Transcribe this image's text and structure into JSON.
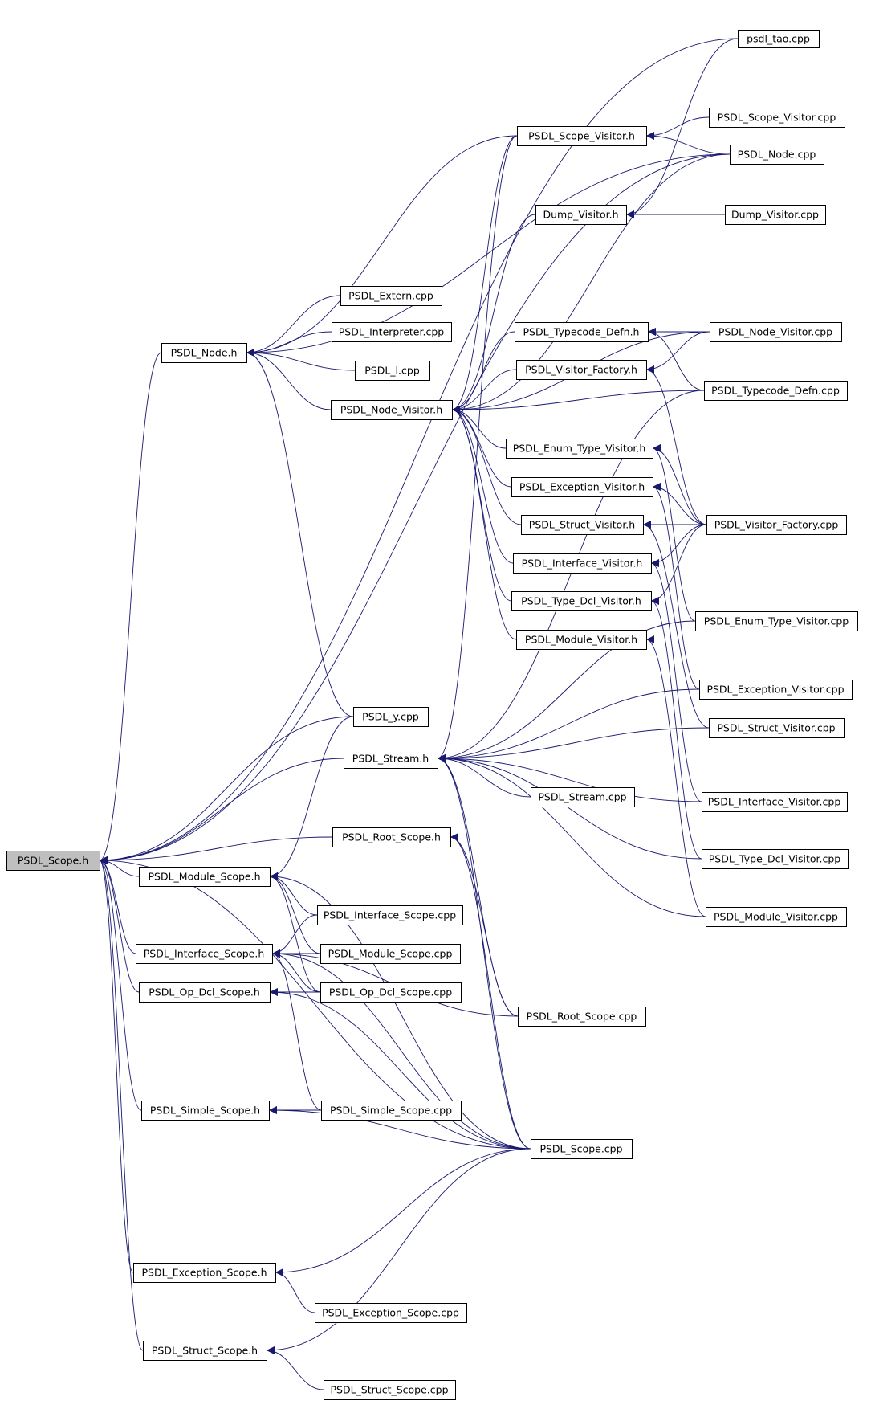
{
  "nodes": [
    {
      "id": "scope_h",
      "label": "PSDL_Scope.h",
      "highlight": true
    },
    {
      "id": "psdl_tao_cpp",
      "label": "psdl_tao.cpp"
    },
    {
      "id": "scope_visitor_cpp",
      "label": "PSDL_Scope_Visitor.cpp"
    },
    {
      "id": "scope_visitor_h",
      "label": "PSDL_Scope_Visitor.h"
    },
    {
      "id": "node_cpp",
      "label": "PSDL_Node.cpp"
    },
    {
      "id": "dump_visitor_h",
      "label": "Dump_Visitor.h"
    },
    {
      "id": "dump_visitor_cpp",
      "label": "Dump_Visitor.cpp"
    },
    {
      "id": "extern_cpp",
      "label": "PSDL_Extern.cpp"
    },
    {
      "id": "interpreter_cpp",
      "label": "PSDL_Interpreter.cpp"
    },
    {
      "id": "node_h",
      "label": "PSDL_Node.h"
    },
    {
      "id": "l_cpp",
      "label": "PSDL_l.cpp"
    },
    {
      "id": "typecode_defn_h",
      "label": "PSDL_Typecode_Defn.h"
    },
    {
      "id": "node_visitor_cpp",
      "label": "PSDL_Node_Visitor.cpp"
    },
    {
      "id": "visitor_factory_h",
      "label": "PSDL_Visitor_Factory.h"
    },
    {
      "id": "typecode_defn_cpp",
      "label": "PSDL_Typecode_Defn.cpp"
    },
    {
      "id": "node_visitor_h",
      "label": "PSDL_Node_Visitor.h"
    },
    {
      "id": "enum_type_visitor_h",
      "label": "PSDL_Enum_Type_Visitor.h"
    },
    {
      "id": "exception_visitor_h",
      "label": "PSDL_Exception_Visitor.h"
    },
    {
      "id": "struct_visitor_h",
      "label": "PSDL_Struct_Visitor.h"
    },
    {
      "id": "visitor_factory_cpp",
      "label": "PSDL_Visitor_Factory.cpp"
    },
    {
      "id": "interface_visitor_h",
      "label": "PSDL_Interface_Visitor.h"
    },
    {
      "id": "type_dcl_visitor_h",
      "label": "PSDL_Type_Dcl_Visitor.h"
    },
    {
      "id": "enum_type_visitor_cpp",
      "label": "PSDL_Enum_Type_Visitor.cpp"
    },
    {
      "id": "module_visitor_h",
      "label": "PSDL_Module_Visitor.h"
    },
    {
      "id": "exception_visitor_cpp",
      "label": "PSDL_Exception_Visitor.cpp"
    },
    {
      "id": "y_cpp",
      "label": "PSDL_y.cpp"
    },
    {
      "id": "struct_visitor_cpp",
      "label": "PSDL_Struct_Visitor.cpp"
    },
    {
      "id": "stream_h",
      "label": "PSDL_Stream.h"
    },
    {
      "id": "stream_cpp",
      "label": "PSDL_Stream.cpp"
    },
    {
      "id": "interface_visitor_cpp",
      "label": "PSDL_Interface_Visitor.cpp"
    },
    {
      "id": "root_scope_h",
      "label": "PSDL_Root_Scope.h"
    },
    {
      "id": "type_dcl_visitor_cpp",
      "label": "PSDL_Type_Dcl_Visitor.cpp"
    },
    {
      "id": "module_scope_h",
      "label": "PSDL_Module_Scope.h"
    },
    {
      "id": "module_visitor_cpp",
      "label": "PSDL_Module_Visitor.cpp"
    },
    {
      "id": "interface_scope_cpp",
      "label": "PSDL_Interface_Scope.cpp"
    },
    {
      "id": "interface_scope_h",
      "label": "PSDL_Interface_Scope.h"
    },
    {
      "id": "module_scope_cpp",
      "label": "PSDL_Module_Scope.cpp"
    },
    {
      "id": "op_dcl_scope_h",
      "label": "PSDL_Op_Dcl_Scope.h"
    },
    {
      "id": "op_dcl_scope_cpp",
      "label": "PSDL_Op_Dcl_Scope.cpp"
    },
    {
      "id": "root_scope_cpp",
      "label": "PSDL_Root_Scope.cpp"
    },
    {
      "id": "simple_scope_h",
      "label": "PSDL_Simple_Scope.h"
    },
    {
      "id": "simple_scope_cpp",
      "label": "PSDL_Simple_Scope.cpp"
    },
    {
      "id": "scope_cpp",
      "label": "PSDL_Scope.cpp"
    },
    {
      "id": "exception_scope_h",
      "label": "PSDL_Exception_Scope.h"
    },
    {
      "id": "exception_scope_cpp",
      "label": "PSDL_Exception_Scope.cpp"
    },
    {
      "id": "struct_scope_h",
      "label": "PSDL_Struct_Scope.h"
    },
    {
      "id": "struct_scope_cpp",
      "label": "PSDL_Struct_Scope.cpp"
    }
  ],
  "edges": [
    [
      "psdl_tao_cpp",
      "scope_h"
    ],
    [
      "node_cpp",
      "scope_h"
    ],
    [
      "node_h",
      "scope_h"
    ],
    [
      "y_cpp",
      "scope_h"
    ],
    [
      "stream_h",
      "scope_h"
    ],
    [
      "root_scope_h",
      "scope_h"
    ],
    [
      "module_scope_h",
      "scope_h"
    ],
    [
      "interface_scope_h",
      "scope_h"
    ],
    [
      "op_dcl_scope_h",
      "scope_h"
    ],
    [
      "simple_scope_h",
      "scope_h"
    ],
    [
      "scope_cpp",
      "scope_h"
    ],
    [
      "exception_scope_h",
      "scope_h"
    ],
    [
      "struct_scope_h",
      "scope_h"
    ],
    [
      "extern_cpp",
      "node_h"
    ],
    [
      "interpreter_cpp",
      "node_h"
    ],
    [
      "l_cpp",
      "node_h"
    ],
    [
      "node_visitor_h",
      "node_h"
    ],
    [
      "scope_visitor_h",
      "node_h"
    ],
    [
      "node_cpp",
      "node_h"
    ],
    [
      "y_cpp",
      "node_h"
    ],
    [
      "scope_visitor_cpp",
      "scope_visitor_h"
    ],
    [
      "node_cpp",
      "scope_visitor_h"
    ],
    [
      "dump_visitor_cpp",
      "dump_visitor_h"
    ],
    [
      "psdl_tao_cpp",
      "dump_visitor_h"
    ],
    [
      "typecode_defn_h",
      "node_visitor_h"
    ],
    [
      "visitor_factory_h",
      "node_visitor_h"
    ],
    [
      "enum_type_visitor_h",
      "node_visitor_h"
    ],
    [
      "exception_visitor_h",
      "node_visitor_h"
    ],
    [
      "struct_visitor_h",
      "node_visitor_h"
    ],
    [
      "interface_visitor_h",
      "node_visitor_h"
    ],
    [
      "type_dcl_visitor_h",
      "node_visitor_h"
    ],
    [
      "module_visitor_h",
      "node_visitor_h"
    ],
    [
      "scope_visitor_h",
      "node_visitor_h"
    ],
    [
      "dump_visitor_h",
      "node_visitor_h"
    ],
    [
      "node_cpp",
      "node_visitor_h"
    ],
    [
      "node_visitor_cpp",
      "node_visitor_h"
    ],
    [
      "typecode_defn_cpp",
      "node_visitor_h"
    ],
    [
      "node_visitor_cpp",
      "typecode_defn_h"
    ],
    [
      "typecode_defn_cpp",
      "typecode_defn_h"
    ],
    [
      "node_visitor_cpp",
      "visitor_factory_h"
    ],
    [
      "visitor_factory_cpp",
      "visitor_factory_h"
    ],
    [
      "visitor_factory_cpp",
      "enum_type_visitor_h"
    ],
    [
      "enum_type_visitor_cpp",
      "enum_type_visitor_h"
    ],
    [
      "visitor_factory_cpp",
      "exception_visitor_h"
    ],
    [
      "exception_visitor_cpp",
      "exception_visitor_h"
    ],
    [
      "visitor_factory_cpp",
      "struct_visitor_h"
    ],
    [
      "struct_visitor_cpp",
      "struct_visitor_h"
    ],
    [
      "visitor_factory_cpp",
      "interface_visitor_h"
    ],
    [
      "interface_visitor_cpp",
      "interface_visitor_h"
    ],
    [
      "visitor_factory_cpp",
      "type_dcl_visitor_h"
    ],
    [
      "type_dcl_visitor_cpp",
      "type_dcl_visitor_h"
    ],
    [
      "module_visitor_cpp",
      "module_visitor_h"
    ],
    [
      "scope_visitor_h",
      "stream_h"
    ],
    [
      "typecode_defn_cpp",
      "stream_h"
    ],
    [
      "enum_type_visitor_cpp",
      "stream_h"
    ],
    [
      "exception_visitor_cpp",
      "stream_h"
    ],
    [
      "struct_visitor_cpp",
      "stream_h"
    ],
    [
      "stream_cpp",
      "stream_h"
    ],
    [
      "interface_visitor_cpp",
      "stream_h"
    ],
    [
      "type_dcl_visitor_cpp",
      "stream_h"
    ],
    [
      "module_visitor_cpp",
      "stream_h"
    ],
    [
      "scope_cpp",
      "stream_h"
    ],
    [
      "root_scope_cpp",
      "stream_h"
    ],
    [
      "scope_cpp",
      "root_scope_h"
    ],
    [
      "root_scope_cpp",
      "root_scope_h"
    ],
    [
      "interface_scope_cpp",
      "module_scope_h"
    ],
    [
      "module_scope_cpp",
      "module_scope_h"
    ],
    [
      "op_dcl_scope_cpp",
      "module_scope_h"
    ],
    [
      "scope_cpp",
      "module_scope_h"
    ],
    [
      "y_cpp",
      "module_scope_h"
    ],
    [
      "interface_scope_cpp",
      "interface_scope_h"
    ],
    [
      "module_scope_cpp",
      "interface_scope_h"
    ],
    [
      "op_dcl_scope_cpp",
      "interface_scope_h"
    ],
    [
      "simple_scope_cpp",
      "interface_scope_h"
    ],
    [
      "scope_cpp",
      "interface_scope_h"
    ],
    [
      "root_scope_cpp",
      "interface_scope_h"
    ],
    [
      "op_dcl_scope_cpp",
      "op_dcl_scope_h"
    ],
    [
      "scope_cpp",
      "op_dcl_scope_h"
    ],
    [
      "simple_scope_cpp",
      "simple_scope_h"
    ],
    [
      "scope_cpp",
      "simple_scope_h"
    ],
    [
      "scope_cpp",
      "exception_scope_h"
    ],
    [
      "exception_scope_cpp",
      "exception_scope_h"
    ],
    [
      "scope_cpp",
      "struct_scope_h"
    ],
    [
      "struct_scope_cpp",
      "struct_scope_h"
    ]
  ]
}
